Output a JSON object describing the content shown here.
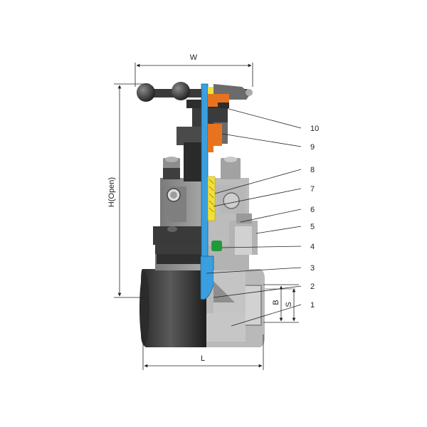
{
  "dimensions": {
    "width_label": "W",
    "height_label": "H(Open)",
    "length_label": "L",
    "b_label": "B",
    "s_label": "S"
  },
  "callouts": [
    "10",
    "9",
    "8",
    "7",
    "6",
    "5",
    "4",
    "3",
    "2",
    "1"
  ],
  "colors": {
    "body_dark": "#3d3d3d",
    "body_mid": "#6e6e6e",
    "body_light": "#a9a9a9",
    "cut_section": "#bdbdbd",
    "stem_blue": "#3a9fe0",
    "gland_orange": "#e8731f",
    "packing_yellow": "#f2e03a",
    "seat_green": "#1f9a3a"
  }
}
